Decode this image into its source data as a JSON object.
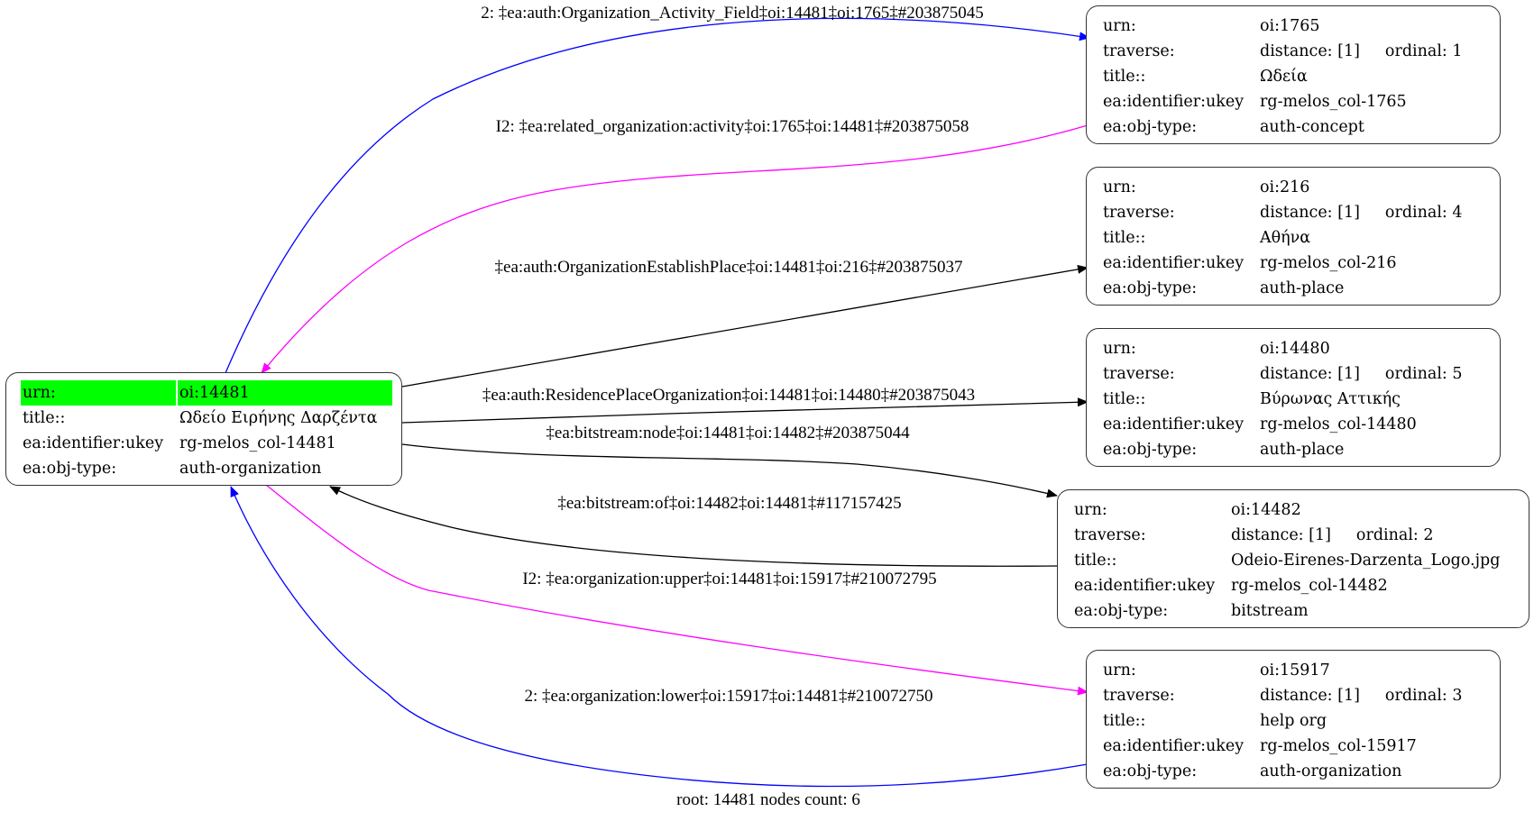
{
  "graph": {
    "footer": "root: 14481 nodes count: 6",
    "colors": {
      "root_highlight": "#00ff00",
      "edge_blue": "#0000ff",
      "edge_magenta": "#ff00ff",
      "edge_black": "#000000"
    },
    "nodes": [
      {
        "id": "n14481",
        "root": true,
        "rows": [
          {
            "key": "urn:",
            "value": "oi:14481"
          },
          {
            "key": "title::",
            "value": "Ωδείο Ειρήνης Δαρζέντα"
          },
          {
            "key": "ea:identifier:ukey",
            "value": "rg-melos_col-14481"
          },
          {
            "key": "ea:obj-type:",
            "value": "auth-organization"
          }
        ]
      },
      {
        "id": "n1765",
        "rows": [
          {
            "key": "urn:",
            "value": "oi:1765"
          },
          {
            "key": "traverse:",
            "value": "distance: [1]",
            "extra": "ordinal: 1"
          },
          {
            "key": "title::",
            "value": "Ωδεία"
          },
          {
            "key": "ea:identifier:ukey",
            "value": "rg-melos_col-1765"
          },
          {
            "key": "ea:obj-type:",
            "value": "auth-concept"
          }
        ]
      },
      {
        "id": "n216",
        "rows": [
          {
            "key": "urn:",
            "value": "oi:216"
          },
          {
            "key": "traverse:",
            "value": "distance: [1]",
            "extra": "ordinal: 4"
          },
          {
            "key": "title::",
            "value": "Αθήνα"
          },
          {
            "key": "ea:identifier:ukey",
            "value": "rg-melos_col-216"
          },
          {
            "key": "ea:obj-type:",
            "value": "auth-place"
          }
        ]
      },
      {
        "id": "n14480",
        "rows": [
          {
            "key": "urn:",
            "value": "oi:14480"
          },
          {
            "key": "traverse:",
            "value": "distance: [1]",
            "extra": "ordinal: 5"
          },
          {
            "key": "title::",
            "value": "Βύρωνας Αττικής"
          },
          {
            "key": "ea:identifier:ukey",
            "value": "rg-melos_col-14480"
          },
          {
            "key": "ea:obj-type:",
            "value": "auth-place"
          }
        ]
      },
      {
        "id": "n14482",
        "rows": [
          {
            "key": "urn:",
            "value": "oi:14482"
          },
          {
            "key": "traverse:",
            "value": "distance: [1]",
            "extra": "ordinal: 2"
          },
          {
            "key": "title::",
            "value": "Odeio-Eirenes-Darzenta_Logo.jpg"
          },
          {
            "key": "ea:identifier:ukey",
            "value": "rg-melos_col-14482"
          },
          {
            "key": "ea:obj-type:",
            "value": "bitstream"
          }
        ]
      },
      {
        "id": "n15917",
        "rows": [
          {
            "key": "urn:",
            "value": "oi:15917"
          },
          {
            "key": "traverse:",
            "value": "distance: [1]",
            "extra": "ordinal: 3"
          },
          {
            "key": "title::",
            "value": "help org"
          },
          {
            "key": "ea:identifier:ukey",
            "value": "rg-melos_col-15917"
          },
          {
            "key": "ea:obj-type:",
            "value": "auth-organization"
          }
        ]
      }
    ],
    "edges": [
      {
        "from": "oi:14481",
        "to": "oi:1765",
        "color": "blue",
        "label": "2: ‡ea:auth:Organization_Activity_Field‡oi:14481‡oi:1765‡#203875045"
      },
      {
        "from": "oi:1765",
        "to": "oi:14481",
        "color": "magenta",
        "label": "I2: ‡ea:related_organization:activity‡oi:1765‡oi:14481‡#203875058"
      },
      {
        "from": "oi:14481",
        "to": "oi:216",
        "color": "black",
        "label": "‡ea:auth:OrganizationEstablishPlace‡oi:14481‡oi:216‡#203875037"
      },
      {
        "from": "oi:14481",
        "to": "oi:14480",
        "color": "black",
        "label": "‡ea:auth:ResidencePlaceOrganization‡oi:14481‡oi:14480‡#203875043"
      },
      {
        "from": "oi:14481",
        "to": "oi:14482",
        "color": "black",
        "label": "‡ea:bitstream:node‡oi:14481‡oi:14482‡#203875044"
      },
      {
        "from": "oi:14482",
        "to": "oi:14481",
        "color": "black",
        "label": "‡ea:bitstream:of‡oi:14482‡oi:14481‡#117157425"
      },
      {
        "from": "oi:14481",
        "to": "oi:15917",
        "color": "magenta",
        "label": "I2: ‡ea:organization:upper‡oi:14481‡oi:15917‡#210072795"
      },
      {
        "from": "oi:15917",
        "to": "oi:14481",
        "color": "blue",
        "label": "2: ‡ea:organization:lower‡oi:15917‡oi:14481‡#210072750"
      }
    ]
  }
}
